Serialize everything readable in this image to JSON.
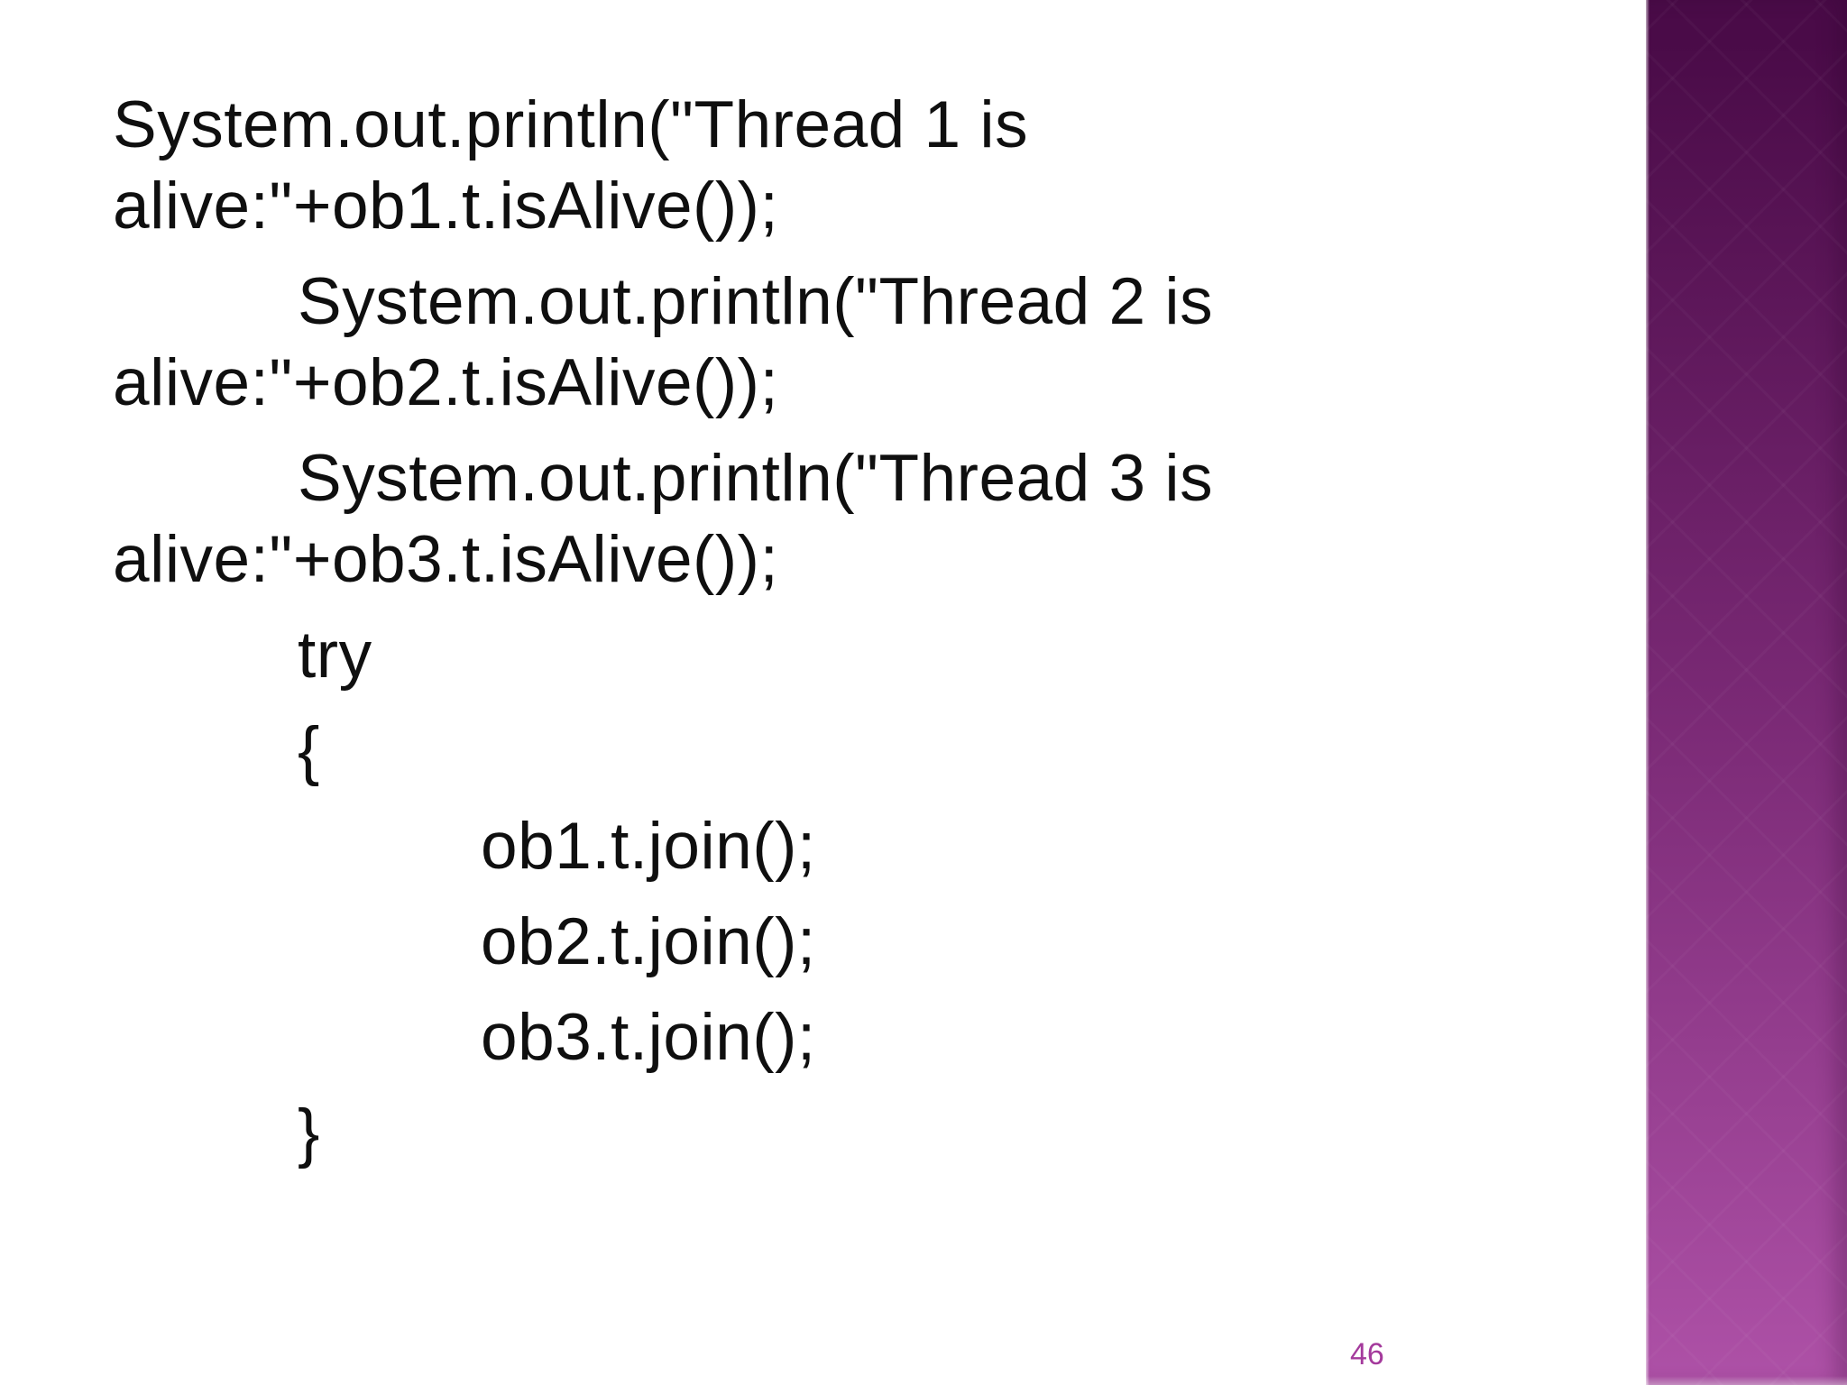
{
  "slide": {
    "background_color": "#ffffff",
    "text_color": "#0f0f0f",
    "code_lines": [
      {
        "text": "System.out.println(\"Thread 1 is",
        "indent": 0,
        "new_paragraph": true
      },
      {
        "text": "alive:\"+ob1.t.isAlive());",
        "indent": 0,
        "new_paragraph": false
      },
      {
        "text": "System.out.println(\"Thread 2 is",
        "indent": 1,
        "new_paragraph": true
      },
      {
        "text": "alive:\"+ob2.t.isAlive());",
        "indent": 0,
        "new_paragraph": false
      },
      {
        "text": "System.out.println(\"Thread 3 is",
        "indent": 1,
        "new_paragraph": true
      },
      {
        "text": "alive:\"+ob3.t.isAlive());",
        "indent": 0,
        "new_paragraph": false
      },
      {
        "text": "try",
        "indent": 1,
        "new_paragraph": true
      },
      {
        "text": "{",
        "indent": 1,
        "new_paragraph": true
      },
      {
        "text": "ob1.t.join();",
        "indent": 2,
        "new_paragraph": true
      },
      {
        "text": "ob2.t.join();",
        "indent": 2,
        "new_paragraph": true
      },
      {
        "text": "ob3.t.join();",
        "indent": 2,
        "new_paragraph": true
      },
      {
        "text": "}",
        "indent": 1,
        "new_paragraph": true
      }
    ],
    "page_number": "46",
    "page_number_color": "#a43a9c",
    "accent_bar": {
      "gradient_top": "#4a0b48",
      "gradient_middle": "#7b2a76",
      "gradient_bottom": "#ae51a7"
    }
  }
}
